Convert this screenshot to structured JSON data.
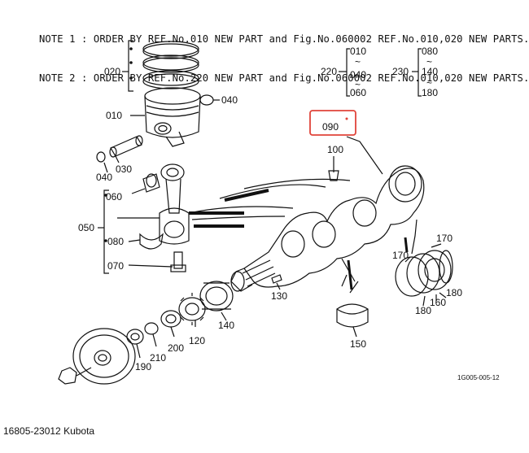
{
  "notes": [
    "NOTE 1 : ORDER BY REF.No.010 NEW PART and Fig.No.060002 REF.No.010,020 NEW PARTS.",
    "NOTE 2 : ORDER BY REF.No.220 NEW PART and Fig.No.060002 REF.No.010,020 NEW PARTS."
  ],
  "parts": {
    "p010": "010",
    "p020": "020",
    "p030": "030",
    "p040a": "040",
    "p040b": "040",
    "p050": "050",
    "p060": "060",
    "p070": "070",
    "p080": "080",
    "p090": "090",
    "p100": "100",
    "p120": "120",
    "p130": "130",
    "p140": "140",
    "p150": "150",
    "p160": "160",
    "p170": "170",
    "p170b": "170",
    "p180a": "180",
    "p180b": "180",
    "p190": "190",
    "p200": "200",
    "p210": "210",
    "p220": "220",
    "p230": "230"
  },
  "ranges": {
    "r220": {
      "a": "010",
      "t1": "~",
      "b": "040",
      "t2": "~",
      "c": "060"
    },
    "r230": {
      "a": "080",
      "t1": "~",
      "b": "140",
      "t2": "~",
      "c": "180"
    }
  },
  "figure_code": "1G005-005-12",
  "caption": "16805-23012 Kubota",
  "highlight_color": "#e0443a"
}
